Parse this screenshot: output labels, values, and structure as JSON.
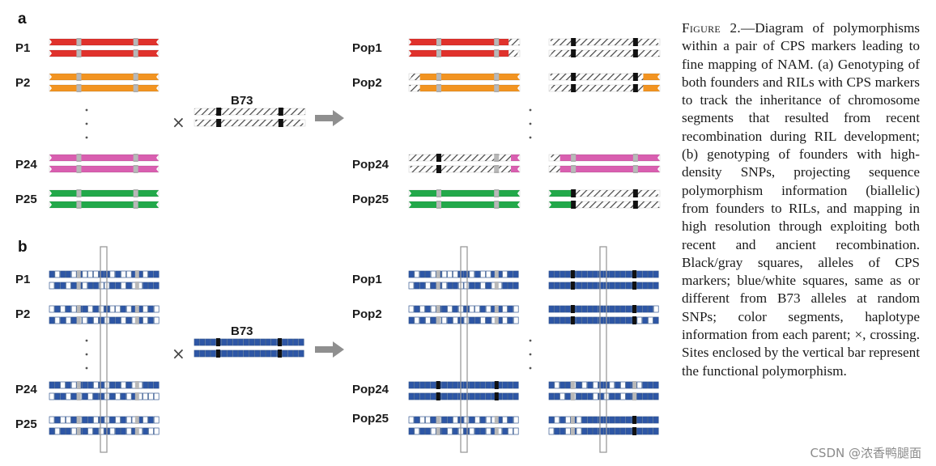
{
  "panels": {
    "a": {
      "label": "a",
      "founders": [
        {
          "label": "P1",
          "color": "#e0322c"
        },
        {
          "label": "P2",
          "color": "#f29421"
        },
        {
          "label": "P24",
          "color": "#d95fb0"
        },
        {
          "label": "P25",
          "color": "#22a94a"
        }
      ],
      "recurrent_parent": "B73",
      "populations": [
        {
          "label": "Pop1"
        },
        {
          "label": "Pop2"
        },
        {
          "label": "Pop24"
        },
        {
          "label": "Pop25"
        }
      ]
    },
    "b": {
      "label": "b",
      "founders": [
        {
          "label": "P1"
        },
        {
          "label": "P2"
        },
        {
          "label": "P24"
        },
        {
          "label": "P25"
        }
      ],
      "recurrent_parent": "B73",
      "populations": [
        {
          "label": "Pop1"
        },
        {
          "label": "Pop2"
        },
        {
          "label": "Pop24"
        },
        {
          "label": "Pop25"
        }
      ]
    }
  },
  "symbols": {
    "cross": "×",
    "ellipsis_dot": "·"
  },
  "colors": {
    "snp_blue": "#2d56a6",
    "hatch": "#444444",
    "marker_gray": "#b8b8b8",
    "marker_black": "#111111",
    "arrow": "#8f8f8f"
  },
  "caption": {
    "figure_label": "Figure 2.",
    "text": "—Diagram of poly­morphisms within a pair of CPS markers leading to fine mapping of NAM. (a) Genotyping of both founders and RILs with CPS markers to track the inheritance of chromosome segments that re­sulted from recent recombina­tion during RIL development; (b) genotyping of founders with high-density SNPs, projecting se­quence polymorphism informa­tion (biallelic) from founders to RILs, and mapping in high reso­lution through exploiting both recent and ancient recombina­tion. Black/gray squares, alleles of CPS markers; blue/white squares, same as or different from B73 al­leles at random SNPs; color seg­ments, haplotype information from each parent; ×, crossing. Sites en­closed by the vertical bar repre­sent the functional polymorphism."
  },
  "watermark": "CSDN @浓香鸭腿面"
}
